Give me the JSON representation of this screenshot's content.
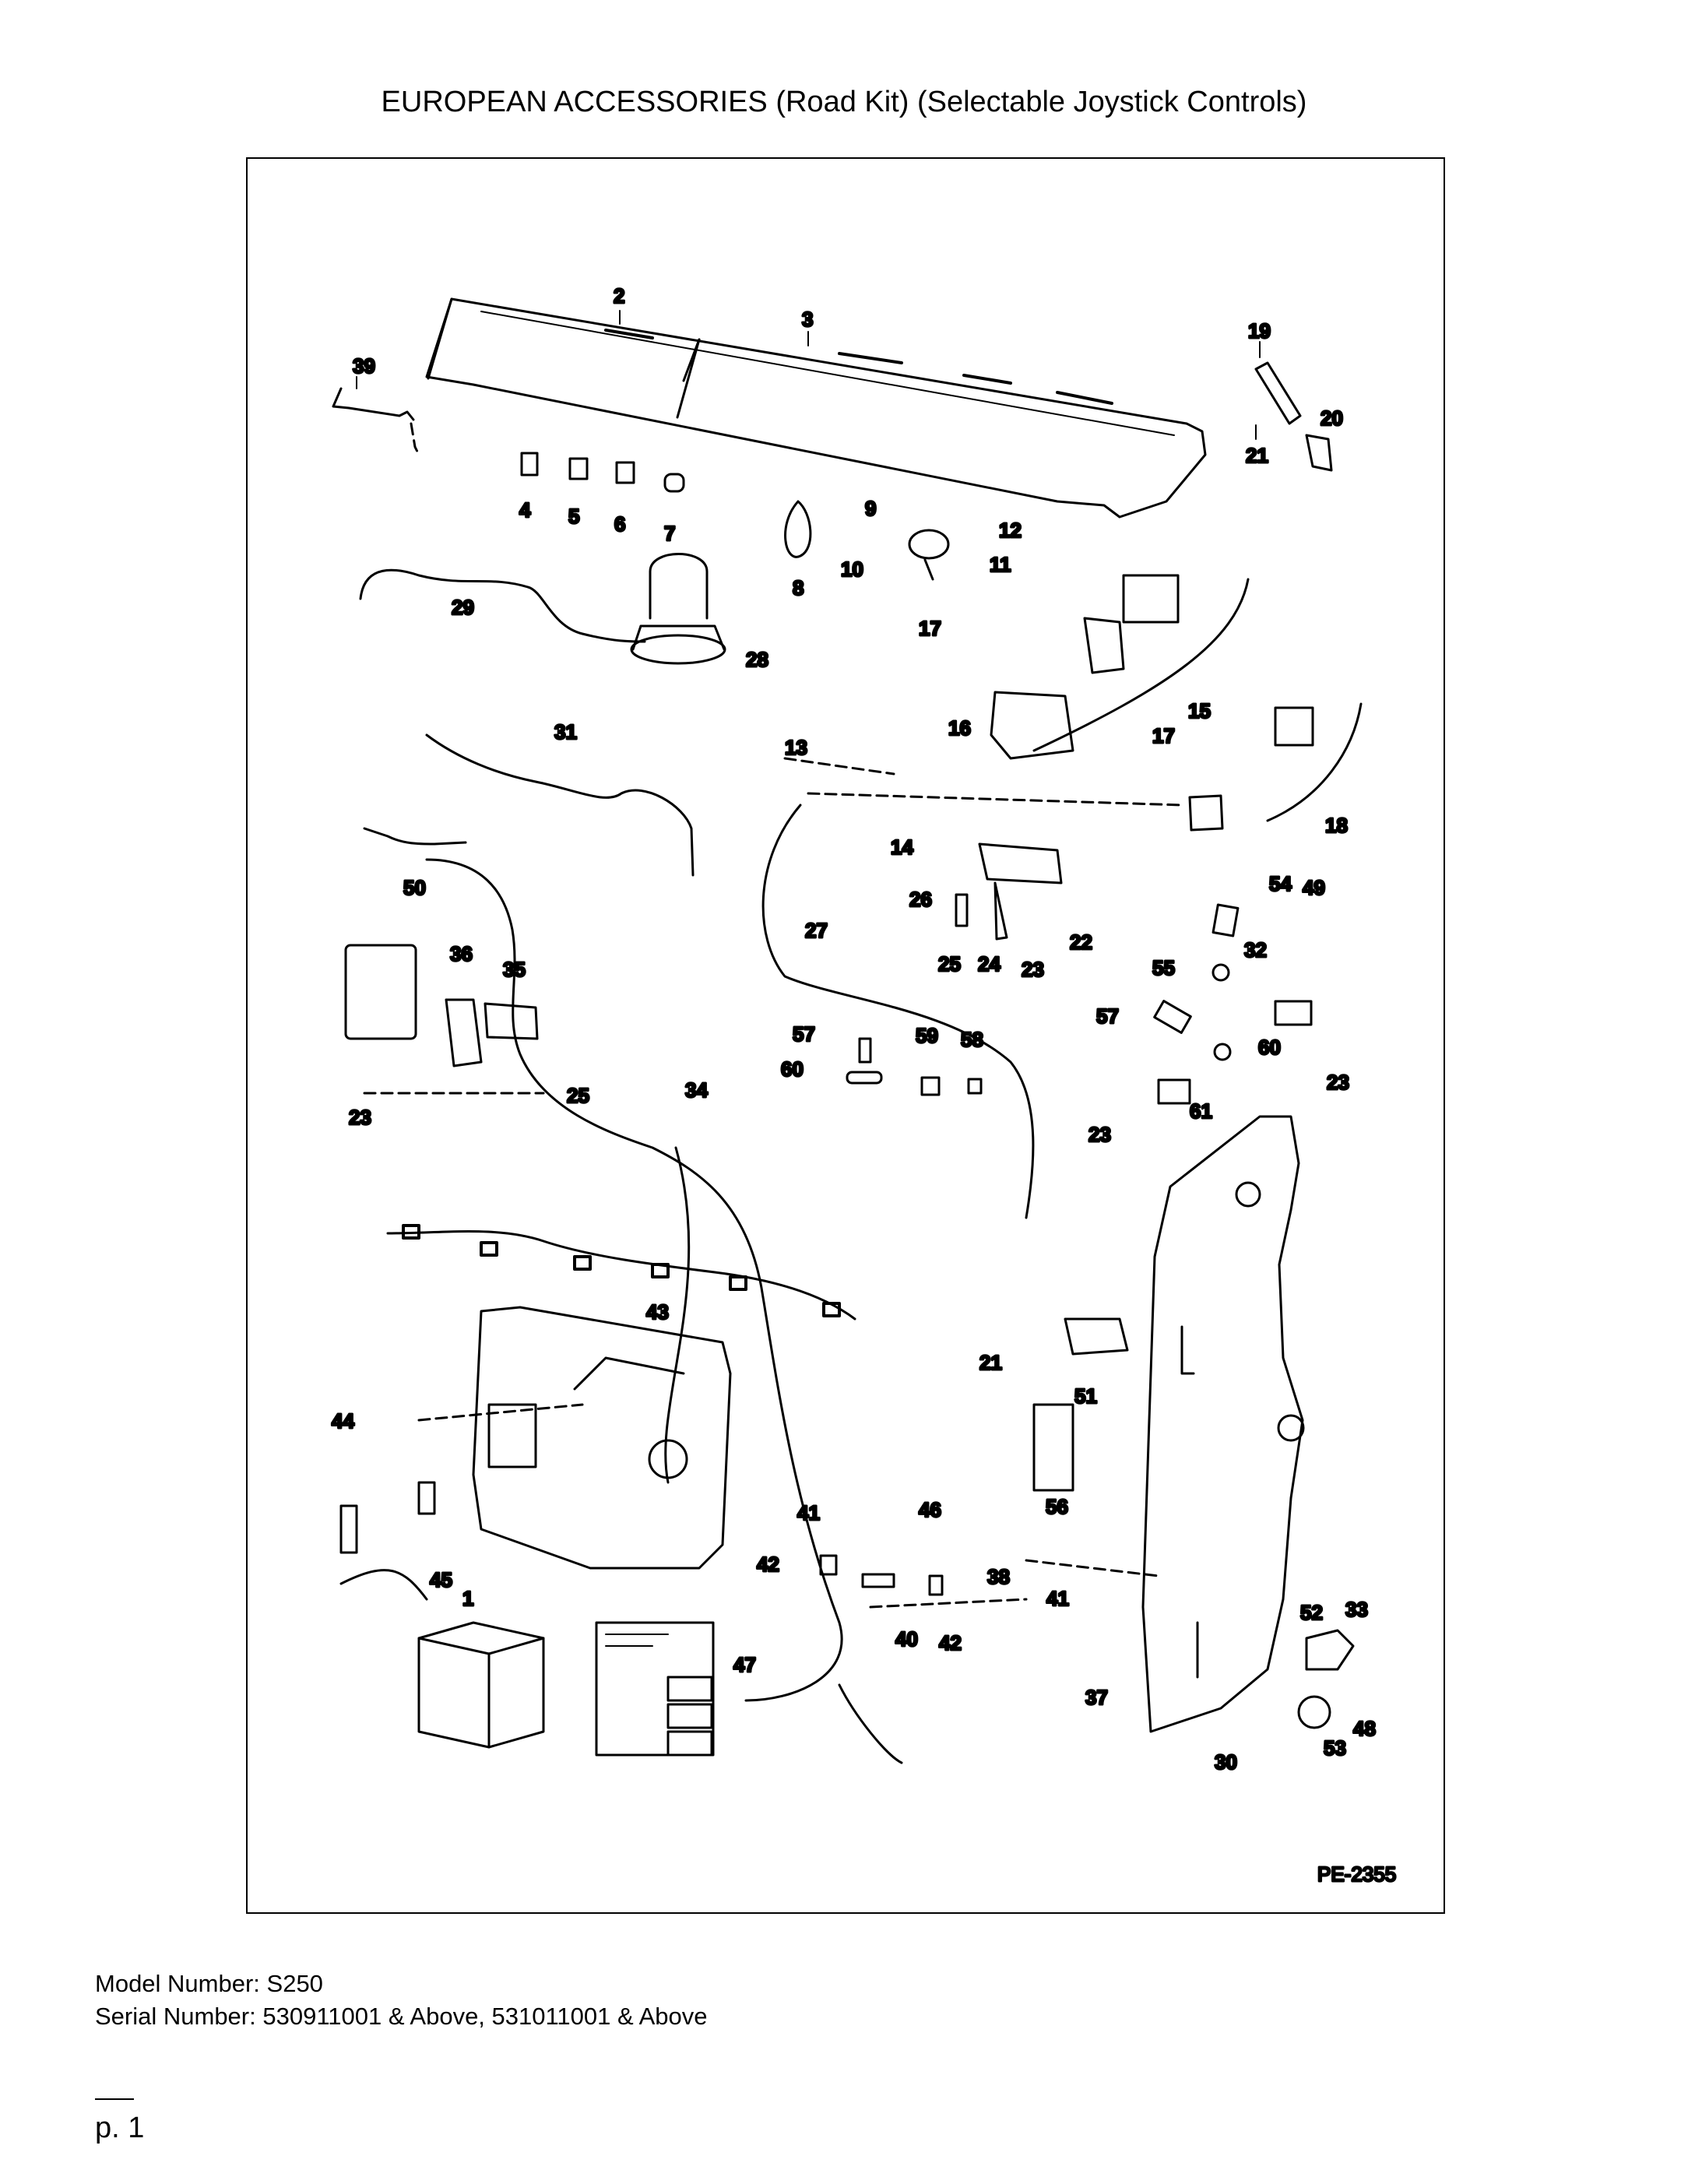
{
  "title": "EUROPEAN ACCESSORIES (Road Kit) (Selectable Joystick Controls)",
  "drawing_id": "PE-2355",
  "callouts": {
    "c1": "1",
    "c2": "2",
    "c3": "3",
    "c4": "4",
    "c5": "5",
    "c6": "6",
    "c7": "7",
    "c8": "8",
    "c9": "9",
    "c10": "10",
    "c11": "11",
    "c12": "12",
    "c13": "13",
    "c14": "14",
    "c15": "15",
    "c16": "16",
    "c17a": "17",
    "c17b": "17",
    "c18": "18",
    "c19": "19",
    "c20": "20",
    "c21a": "21",
    "c21b": "21",
    "c22": "22",
    "c23a": "23",
    "c23b": "23",
    "c23c": "23",
    "c23d": "23",
    "c24": "24",
    "c25a": "25",
    "c25b": "25",
    "c26": "26",
    "c27": "27",
    "c28": "28",
    "c29": "29",
    "c30": "30",
    "c31": "31",
    "c32": "32",
    "c33": "33",
    "c34": "34",
    "c35": "35",
    "c36": "36",
    "c37": "37",
    "c38": "38",
    "c39": "39",
    "c40": "40",
    "c41a": "41",
    "c41b": "41",
    "c42a": "42",
    "c42b": "42",
    "c43": "43",
    "c44": "44",
    "c45": "45",
    "c46": "46",
    "c47": "47",
    "c48": "48",
    "c49": "49",
    "c50": "50",
    "c51": "51",
    "c52": "52",
    "c53": "53",
    "c54": "54",
    "c55": "55",
    "c56": "56",
    "c57a": "57",
    "c57b": "57",
    "c58": "58",
    "c59": "59",
    "c60a": "60",
    "c60b": "60",
    "c61": "61"
  },
  "model_number": "Model Number: S250",
  "serial_number": "Serial Number: 530911001 & Above, 531011001 & Above",
  "page_number": "p. 1"
}
